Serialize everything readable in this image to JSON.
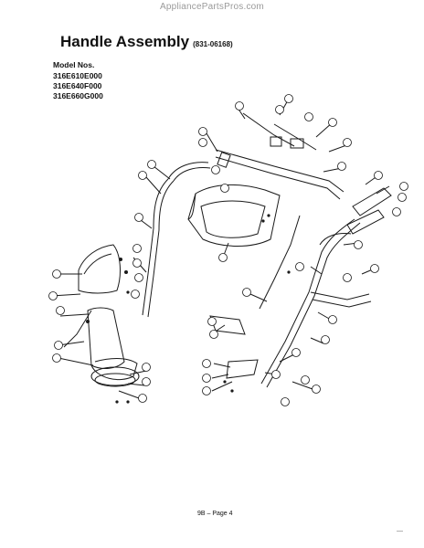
{
  "watermark": "AppliancePartsPros.com",
  "title": "Handle Assembly",
  "part_code": "(831-06168)",
  "models_header": "Model Nos.",
  "models": [
    "316E610E000",
    "316E640F000",
    "316E660G000"
  ],
  "footer": "9B – Page 4",
  "corner_mark": "—"
}
